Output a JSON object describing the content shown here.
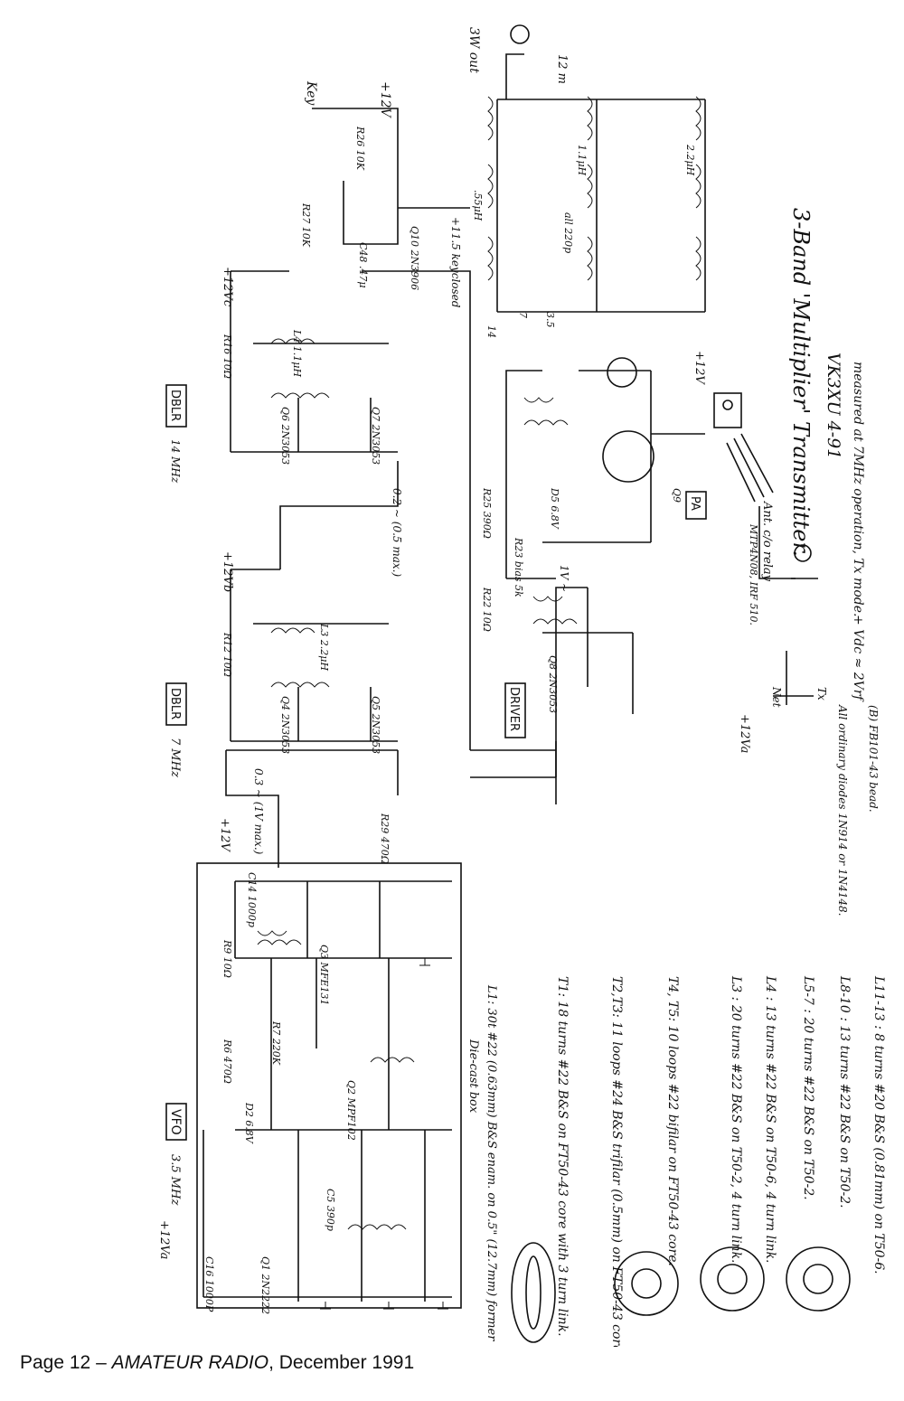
{
  "diagram": {
    "title": "3-Band 'Multiplier' Transmitter.",
    "author_date": "VK3XU   4-91",
    "blocks": {
      "vfo": "VFO",
      "vfo_freq": "3.5 MHz",
      "dblr1": "DBLR",
      "dblr1_freq": "7 MHz",
      "dblr2": "DBLR",
      "dblr2_freq": "14 MHz",
      "driver": "DRIVER",
      "pa": "PA",
      "diecast": "Die-cast box"
    },
    "output": {
      "label": "3W out",
      "spec": "12 m"
    },
    "supply": {
      "v12": "+12V",
      "v12a": "+12Va",
      "v12b": "+12Vb",
      "v12c": "+12Vc",
      "key": "Key",
      "keyclosed": "+11.5 keyclosed"
    },
    "levels": {
      "vfo_out": "0.3 ~ (1V max.)",
      "dblr1_out": "0.2 ~ (0.5 max.)",
      "driver_level": "1V ~"
    },
    "components": {
      "q1": "Q1 2N2222",
      "q2": "Q2 MPF102",
      "q3": "Q3 MFE131",
      "q4": "Q4 2N3053",
      "q5": "Q5 2N3053",
      "q6": "Q6 2N3053",
      "q7": "Q7 2N3053",
      "q8": "Q8 2N3053",
      "q9": "Q9",
      "q10": "Q10 2N3906",
      "mosfet": "MTP4N08, IRF 510.",
      "d2": "D2 6.8V",
      "d5": "D5 6.8V",
      "c5": "C5 390p",
      "c14": "C14 1000p",
      "c16": "C16 1000P",
      "c48": "C48 .47μ",
      "r6": "R6 470Ω",
      "r7": "R7 220K",
      "r9": "R9 10Ω",
      "r12": "R12 10Ω",
      "r16": "R16 10Ω",
      "r22": "R22 10Ω",
      "r25": "R25 390Ω",
      "r27": "R27 10K",
      "r26": "R26 10K",
      "r29": "R29 470Ω",
      "l3": "L3 2.2μH",
      "l4": "L4 1.1μH",
      "bias": "R23 bias 5k"
    },
    "filters": {
      "lpf_all": "all 220p",
      "l11_13": ".55μH",
      "l8_10": "1.1μH",
      "l5_7": "2.2μH",
      "band_14": "14",
      "band_7": "7",
      "band_35": "3.5"
    },
    "relay": {
      "ant": "Ant. c/o relay",
      "net": "Net",
      "tx": "Tx",
      "measured": "measured at 7MHz operation, Tx mode.",
      "vdc": "+ Vdc ≈ 2Vrf"
    },
    "coil_notes": [
      "T1: 18 turns #22 B&S on FT50-43 core with 3 turn link.",
      "T2,T3: 11 loops #24 B&S trifilar (0.5mm) on FT50-43 core.",
      "T4, T5: 10 loops #22 bifilar on FT50-43 core.",
      "L3 : 20 turns #22 B&S on T50-2, 4 turn link.",
      "L4 : 13 turns #22 B&S on T50-6, 4 turn link.",
      "L5-7 : 20 turns #22 B&S on T50-2.",
      "L8-10 : 13 turns #22 B&S on T50-2.",
      "L11-13 : 8 turns #20 B&S (0.81mm) on T50-6."
    ],
    "l1_note": "L1: 30t #22 (0.63mm) B&S enam. on 0.5\" (12.7mm) former",
    "diode_note": "All ordinary diodes 1N914 or 1N4148.",
    "bead_note": "(B) FB101-43 bead."
  },
  "footer": {
    "prefix": "Page 12 – ",
    "magazine": "AMATEUR RADIO",
    "suffix": ", December 1991"
  }
}
